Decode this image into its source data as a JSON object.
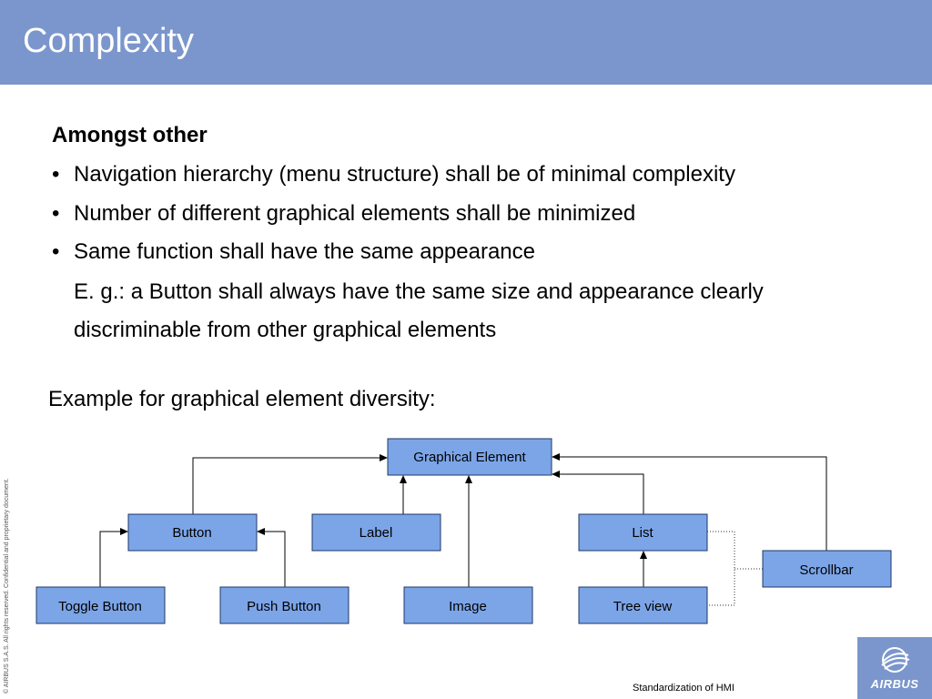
{
  "slide": {
    "title": "Complexity",
    "lead": "Amongst other",
    "bullets": [
      "Navigation hierarchy (menu structure) shall be of minimal complexity",
      "Number of different graphical elements shall be minimized",
      "Same function shall have the same appearance"
    ],
    "continuation": [
      "E. g.: a Button shall always have the same size and appearance clearly",
      "discriminable from other graphical elements"
    ],
    "example_heading": "Example for graphical element diversity:",
    "bullet_glyph": "•"
  },
  "diagram": {
    "nodes": {
      "graphical_element": "Graphical Element",
      "button": "Button",
      "label": "Label",
      "list": "List",
      "scrollbar": "Scrollbar",
      "toggle_button": "Toggle Button",
      "push_button": "Push Button",
      "image": "Image",
      "tree_view": "Tree view"
    },
    "box_fill": "#7ca5e8"
  },
  "footer": {
    "confidential": "© AIRBUS S.A.S. All rights reserved. Confidential and proprietary document.",
    "caption": "Standardization of HMI",
    "logo_text": "AIRBUS",
    "header_color": "#7b96cc"
  }
}
